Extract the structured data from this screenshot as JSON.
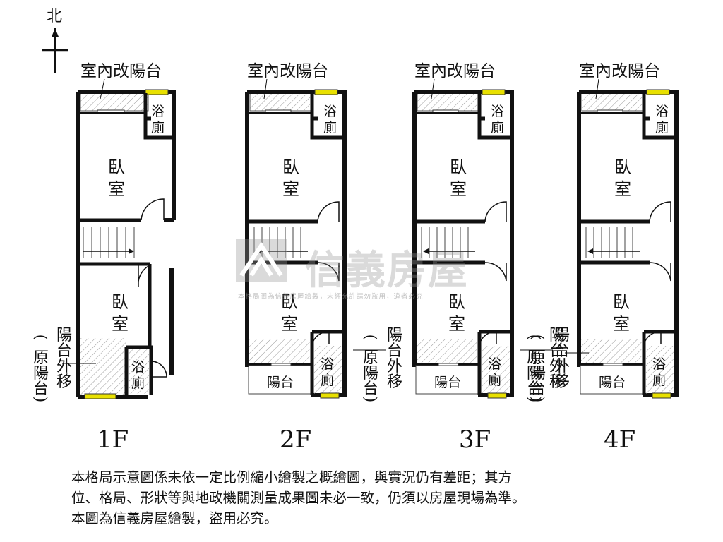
{
  "compass": {
    "label": "北"
  },
  "floors": [
    {
      "name": "1F",
      "balcony_top": "室內改陽台",
      "bedroom1": [
        "臥",
        "室"
      ],
      "bedroom2": [
        "臥",
        "室"
      ],
      "bath_top": [
        "浴",
        "廁"
      ],
      "bath_bottom": [
        "浴",
        "廁"
      ],
      "side_note_a": "陽台外移",
      "side_note_b": "(原陽台)"
    },
    {
      "name": "2F",
      "balcony_top": "室內改陽台",
      "bedroom1": [
        "臥",
        "室"
      ],
      "bedroom2": [
        "臥",
        "室"
      ],
      "bath_top": [
        "浴",
        "廁"
      ],
      "bath_bottom": [
        "浴",
        "廁"
      ],
      "balcony_bottom": "陽台",
      "side_note_a": "陽台外移",
      "side_note_b": "(原陽台)"
    },
    {
      "name": "3F",
      "balcony_top": "室內改陽台",
      "bedroom1": [
        "臥",
        "室"
      ],
      "bedroom2": [
        "臥",
        "室"
      ],
      "bath_top": [
        "浴",
        "廁"
      ],
      "bath_bottom": [
        "浴",
        "廁"
      ],
      "balcony_bottom": "陽台",
      "side_note_a": "陽台外移",
      "side_note_b": "(原陽台)"
    },
    {
      "name": "4F",
      "balcony_top": "室內改陽台",
      "bedroom1": [
        "臥",
        "室"
      ],
      "bedroom2": [
        "臥",
        "室"
      ],
      "bath_top": [
        "浴",
        "廁"
      ],
      "bath_bottom": [
        "浴",
        "廁"
      ],
      "balcony_bottom": "陽台"
    }
  ],
  "watermark": {
    "brand": "信義房屋",
    "notice": "本格局圖為信義房屋繪製，未經允許請勿盜用，違者必究"
  },
  "disclaimer": [
    "本格局示意圖係未依一定比例縮小繪製之概繪圖，與實況仍有差距；其方",
    "位、格局、形狀等與地政機關測量成果圖未必一致，仍須以房屋現場為準。",
    "本圖為信義房屋繪製，盜用必究。"
  ]
}
